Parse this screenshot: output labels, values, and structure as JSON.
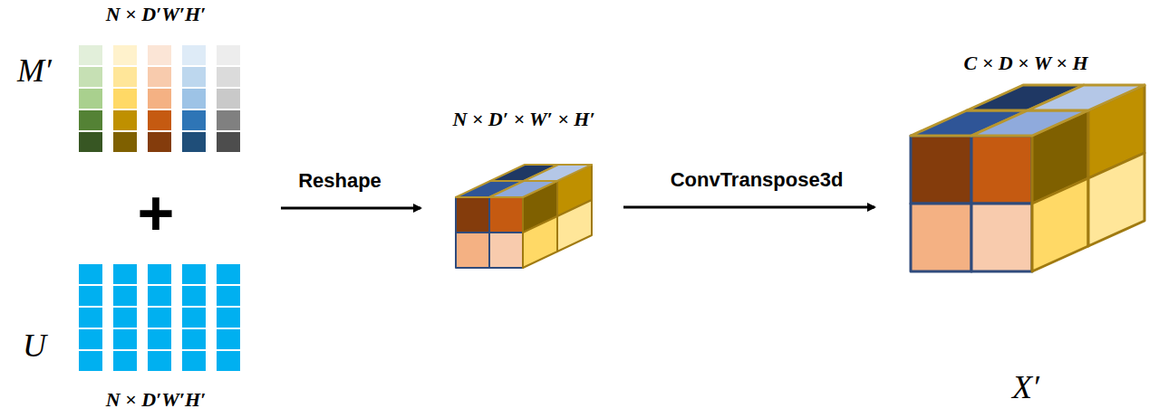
{
  "diagram": {
    "labels": [
      "N × D′W′H′",
      "M′",
      "+",
      "U",
      "N × D′W′H′",
      "Reshape",
      "N × D′ × W′ × H′",
      "ConvTranspose3d",
      "C × D × W × H",
      "X′"
    ]
  }
}
